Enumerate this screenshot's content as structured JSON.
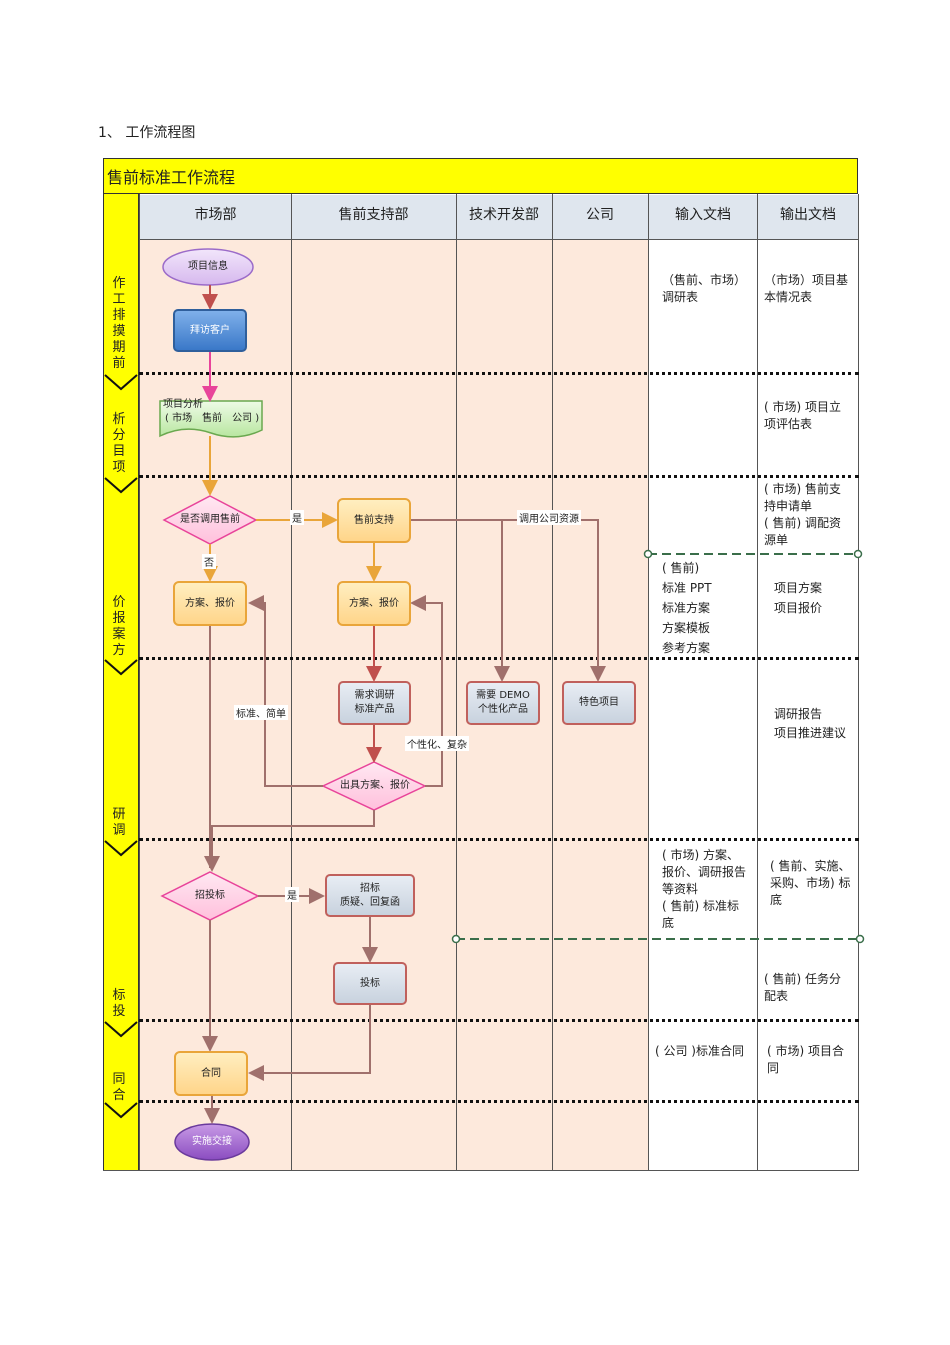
{
  "heading": "1、 工作流程图",
  "title": "售前标准工作流程",
  "columns": [
    "市场部",
    "售前支持部",
    "技术开发部",
    "公司",
    "输入文档",
    "输出文档"
  ],
  "phases": [
    "作工排摸期前",
    "析分目项",
    "价报案方",
    "研调",
    "标投",
    "同合"
  ],
  "nodes": {
    "project_info": "项目信息",
    "visit_client": "拜访客户",
    "project_analysis_line1": "项目分析",
    "project_analysis_line2": "( 市场　售前　公司 )",
    "use_presales": "是否调用售前",
    "presales_support": "售前支持",
    "plan_quote_market": "方案、报价",
    "plan_quote_presales": "方案、报价",
    "research_line1": "需求调研",
    "research_line2": "标准产品",
    "demo_line1": "需要 DEMO",
    "demo_line2": "个性化产品",
    "special_project": "特色项目",
    "issue_plan": "出具方案、报价",
    "bidding": "招投标",
    "bid_line1": "招标",
    "bid_line2": "质疑、回复函",
    "submit_bid": "投标",
    "contract": "合同",
    "handover": "实施交接"
  },
  "edge_labels": {
    "yes1": "是",
    "no1": "否",
    "use_company": "调用公司资源",
    "standard_simple": "标准、简单",
    "custom_complex": "个性化、复杂",
    "yes2": "是"
  },
  "input_docs": {
    "r1": "（售前、市场）调研表",
    "r3": "( 售前)\n标准 PPT\n标准方案\n方案模板\n参考方案",
    "r5": "( 市场) 方案、报价、调研报告等资料\n( 售前) 标准标底",
    "r6": "( 公司 )标准合同"
  },
  "output_docs": {
    "r1": "（市场）项目基本情况表",
    "r2": "( 市场) 项目立项评估表",
    "r3a": "( 市场) 售前支持申请单\n( 售前) 调配资源单",
    "r3b": "项目方案\n项目报价",
    "r4": "调研报告\n项目推进建议",
    "r5a": "( 售前、实施、采购、市场) 标底",
    "r5b": "( 售前) 任务分配表",
    "r6": "( 市场) 项目合同"
  },
  "colors": {
    "band": "#ffff00",
    "peach": "#fde9dc",
    "header": "#dfe6ee",
    "arrow_orange": "#e9a53a",
    "arrow_brown": "#a0706c",
    "arrow_pink": "#e8449a",
    "arrow_red": "#c0504d",
    "divider_green": "#3a6e4a"
  }
}
